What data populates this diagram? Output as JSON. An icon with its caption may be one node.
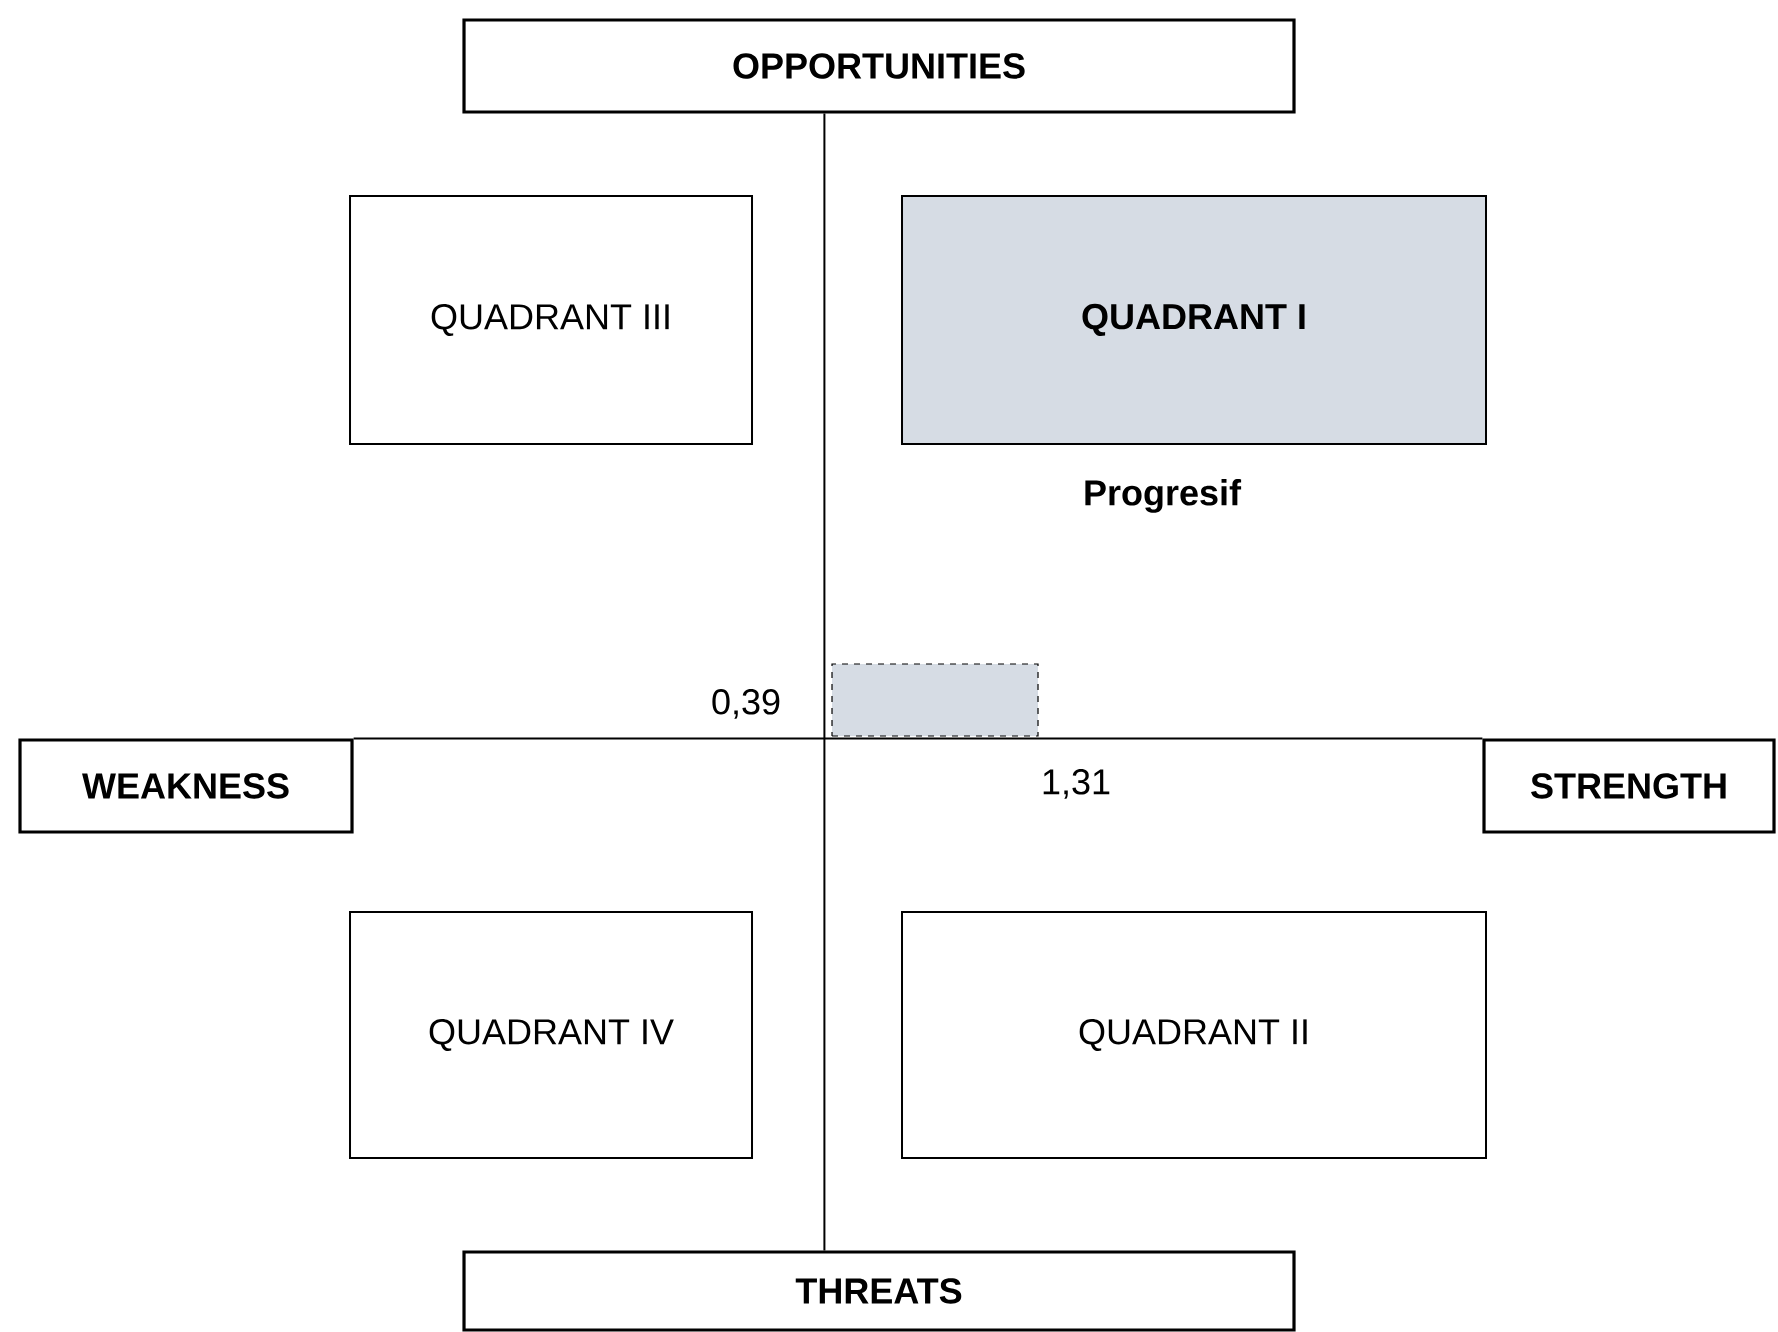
{
  "diagram": {
    "nodes": [
      {
        "text": [
          "OPPORTUNITIES"
        ]
      },
      {
        "text": [
          "QUADRANT III"
        ]
      },
      {
        "text": [
          "QUADRANT I"
        ]
      },
      {
        "text": [
          "WEAKNESS"
        ]
      },
      {
        "text": [
          "STRENGTH"
        ]
      },
      {
        "text": [
          "QUADRANT IV"
        ]
      },
      {
        "text": [
          "QUADRANT II"
        ]
      },
      {
        "text": [
          "THREATS"
        ]
      },
      {
        "text": [],
        "shape": "box"
      }
    ],
    "edges": [
      {
        "from": 0,
        "to": 7,
        "arrow": "none"
      },
      {
        "from": 3,
        "to": 4,
        "arrow": "none"
      }
    ],
    "labels": [
      "Progresif",
      "0,39",
      "1,31"
    ]
  }
}
